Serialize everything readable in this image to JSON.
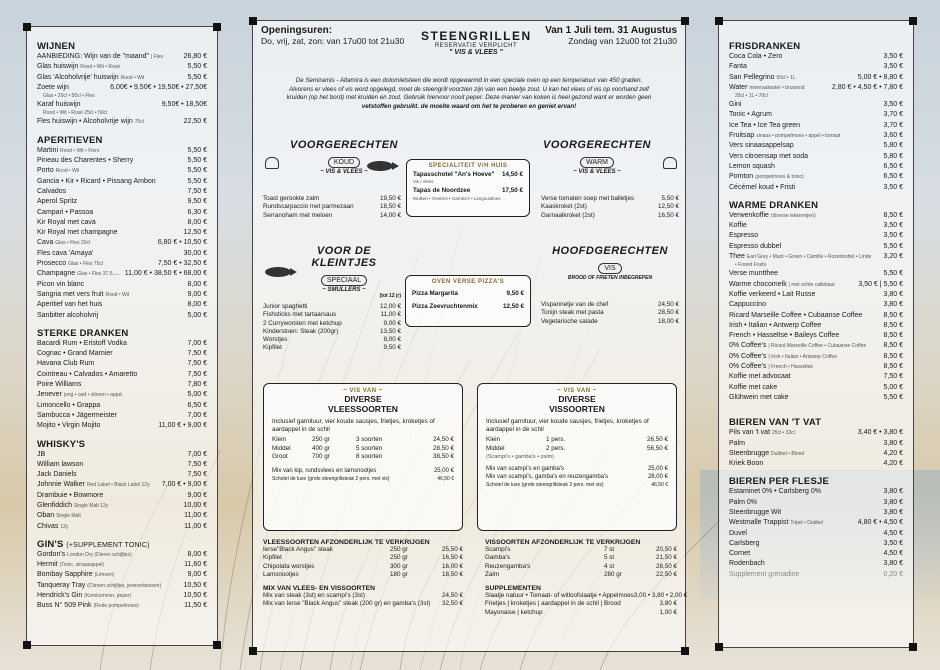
{
  "left": {
    "wijnen": {
      "title": "WIJNEN",
      "rows": [
        {
          "n": "AANBIEDING: Wijn van de \"maand\"",
          "s": "| Fles",
          "p": "26,80 €"
        },
        {
          "n": "Glas huiswijn",
          "s": "Rood • Wit • Rosé",
          "p": "5,50 €"
        },
        {
          "n": "Glas 'Alcoholvrije' huiswijn",
          "s": "Rood • Wit",
          "p": "5,50 €"
        },
        {
          "n": "Zoete wijn",
          "s": "",
          "p": "6,00€ • 9,50€ • 19,50€ • 27,50€"
        },
        {
          "n": "Karaf huiswijn",
          "s": "",
          "p": "9,50€ • 18,50€"
        },
        {
          "n": "Fles huiswijn • Alcoholvrije wijn",
          "s": "75cl",
          "p": "22,50 €"
        }
      ],
      "note1": "Glas • 20cl • 50cl • Fles",
      "note2": "Rood • Wit • Rosé      25cl • 50cl"
    },
    "aperitieven": {
      "title": "APERITIEVEN",
      "rows": [
        {
          "n": "Martini",
          "s": "Rood • Wit • Fiero",
          "p": "5,50 €"
        },
        {
          "n": "Pineau des Charentes • Sherry",
          "s": "",
          "p": "5,50 €"
        },
        {
          "n": "Porto",
          "s": "Rood • Wit",
          "p": "5,50 €"
        },
        {
          "n": "Gancia • Kir • Ricard • Pissang Ambon",
          "s": "",
          "p": "5,50 €"
        },
        {
          "n": "Calvados",
          "s": "",
          "p": "7,50 €"
        },
        {
          "n": "Aperol Spritz",
          "s": "",
          "p": "9,50 €"
        },
        {
          "n": "Campari • Passoa",
          "s": "",
          "p": "6,30 €"
        },
        {
          "n": "Kir Royal met cava",
          "s": "",
          "p": "8,00 €"
        },
        {
          "n": "Kir Royal met champagne",
          "s": "",
          "p": "12,50 €"
        },
        {
          "n": "Cava",
          "s": "Glas • Fles 20cl",
          "p": "6,80 € • 10,50 €"
        },
        {
          "n": "Fles cava 'Amaya'",
          "s": "",
          "p": "30,00 €"
        },
        {
          "n": "Prosecco",
          "s": "Glas • Fles 75cl",
          "p": "7,50 € • 32,50 €"
        },
        {
          "n": "Champagne",
          "s": "Glas • Fles 37,5cl • 75cl",
          "p": "11,00 € • 38,50 € • 68,00 €"
        },
        {
          "n": "Picon vin blanc",
          "s": "",
          "p": "8,00 €"
        },
        {
          "n": "Sangria met vers fruit",
          "s": "Rood • Wit",
          "p": "9,00 €"
        },
        {
          "n": "Aperitief van het huis",
          "s": "",
          "p": "8,00 €"
        },
        {
          "n": "Sanbitter alcoholvrij",
          "s": "",
          "p": "5,00 €"
        }
      ]
    },
    "sterke": {
      "title": "STERKE DRANKEN",
      "rows": [
        {
          "n": "Bacardi Rum • Eristoff Vodka",
          "s": "",
          "p": "7,00 €"
        },
        {
          "n": "Cognac • Grand Marnier",
          "s": "",
          "p": "7,50 €"
        },
        {
          "n": "Havana Club Rum",
          "s": "",
          "p": "7,50 €"
        },
        {
          "n": "Cointreau • Calvados • Amaretto",
          "s": "",
          "p": "7,50 €"
        },
        {
          "n": "Poire Williams",
          "s": "",
          "p": "7,80 €"
        },
        {
          "n": "Jenever",
          "s": "jong • oud • citroen • appel",
          "p": "5,00 €"
        },
        {
          "n": "Limoncello • Grappa",
          "s": "",
          "p": "6,50 €"
        },
        {
          "n": "Sambucca • Jägermeister",
          "s": "",
          "p": "7,00 €"
        },
        {
          "n": "Mojito • Virgin Mojito",
          "s": "",
          "p": "11,00 € • 9,00 €"
        }
      ]
    },
    "whisky": {
      "title": "WHISKY'S",
      "rows": [
        {
          "n": "JB",
          "s": "",
          "p": "7,00 €"
        },
        {
          "n": "William lawson",
          "s": "",
          "p": "7,50 €"
        },
        {
          "n": "Jack Daniels",
          "s": "",
          "p": "7,50 €"
        },
        {
          "n": "Johnnie Walker",
          "s": "Red Label • Black Label 12y",
          "p": "7,00 € • 9,00 €"
        },
        {
          "n": "Drambuie • Bowmore",
          "s": "",
          "p": "9,00 €"
        },
        {
          "n": "Glenfiddich",
          "s": "Single Malt 12y",
          "p": "10,00 €"
        },
        {
          "n": "Oban",
          "s": "Single Malt",
          "p": "11,00 €"
        },
        {
          "n": "Chivas",
          "s": "12y",
          "p": "11,00 €"
        }
      ]
    },
    "gins": {
      "title": "GIN'S",
      "sub": "(+SUPPLEMENT TONIC)",
      "rows": [
        {
          "n": "Gordon's",
          "s": "London Dry (Dieren schijfjes)",
          "p": "8,00 €"
        },
        {
          "n": "Hermit",
          "s": "(Tonic, sinaasappel)",
          "p": "11,60 €"
        },
        {
          "n": "Bombay Sapphire",
          "s": "(Limoen)",
          "p": "9,00 €"
        },
        {
          "n": "Tanqueray Tray",
          "s": "(Citroen schijfjes, jeneverbessen)",
          "p": "10,50 €"
        },
        {
          "n": "Hendrick's Gin",
          "s": "(Komkommer, peper)",
          "p": "10,50 €"
        },
        {
          "n": "Buss N° 509 Pink",
          "s": "(Rode pompelmoes)",
          "p": "11,50 €"
        }
      ]
    }
  },
  "mid": {
    "open_title": "Openingsuren:",
    "open_text": "Do, vrij, zat, zon: van 17u00 tot 21u30",
    "logo_big": "STEENGRILLEN",
    "logo_small": "RESERVATIE VERPLICHT",
    "logo_tag": "\" VIS & VLEES \"",
    "summer_title": "Van 1 Juli tem. 31 Augustus",
    "summer_text": "Zondag van 12u00 tot 21u30",
    "intro_1": "De Semiramis - Altamira is een dolomietsteen die wordt opgewarmd in een speciale oven op een temperatuur van 450 graden.",
    "intro_2": "Alvorens er vlees of vis word opgelegd, moet de steengrill voorzien zijn van een beetje zout. U kan het vlees of vis op voorhand zelf",
    "intro_3": "kruiden (op het bord) met kruiden en zout. Gebruik hiervoor nooit peper. Deze manier van koken is heel gezond want er worden geen",
    "intro_4": "vetstoffen gebruikt. de moeite waard om het te proberen en geniet ervan!",
    "koud": {
      "title": "VOORGERECHTEN",
      "pill": "KOUD",
      "tag": "~ VIS & VLEES ~",
      "rows": [
        {
          "n": "Toast gerookte zalm",
          "p": "19,50 €"
        },
        {
          "n": "Rundscarpaccio met parmezaan",
          "p": "18,50 €"
        },
        {
          "n": "Serranoham met meloen",
          "p": "14,00 €"
        }
      ]
    },
    "specialiteit": {
      "title": "SPECIALITEIT V/H HUIS",
      "r1n": "Tapasschotel \"An's Hoeve\"",
      "r1p": "14,50 €",
      "r1s": "Vis / vlees",
      "r2n": "Tapas de Noordzee",
      "r2p": "17,50 €",
      "r2s": "Wulken • Oesters • Gamba's • Langoustines"
    },
    "warm": {
      "title": "VOORGERECHTEN",
      "pill": "WARM",
      "tag": "~ VIS & VLEES ~",
      "rows": [
        {
          "n": "Verse tomaten soep met balletjes",
          "p": "5,50 €"
        },
        {
          "n": "Kaaskroket (2st)",
          "p": "12,50 €"
        },
        {
          "n": "Garnaalkroket (2st)",
          "p": "16,50 €"
        }
      ]
    },
    "kleintjes": {
      "title": "VOOR DE KLEINTJES",
      "pill": "SPECIAAL",
      "tag": "~ SMULLERS ~",
      "age": "(tot 12 jr)",
      "rows": [
        {
          "n": "Junior spaghetti",
          "p": "12,00 €"
        },
        {
          "n": "Fishsticks met tartaarsaus",
          "p": "11,00 €"
        },
        {
          "n": "2 Curryworsten met ketchup",
          "p": "9,00 €"
        },
        {
          "n": "Kinderstoen: Steak (200gr)",
          "p": "13,50 €"
        },
        {
          "n": "Worstjes",
          "p": "8,00 €"
        },
        {
          "n": "Kipfilet",
          "p": "9,50 €"
        }
      ]
    },
    "pizza": {
      "title": "OVEN VERSE PIZZA'S",
      "r1n": "Pizza Margarita",
      "r1p": "9,50 €",
      "r2n": "Pizza Zeevruchtenmix",
      "r2p": "12,50 €"
    },
    "hoofd": {
      "title": "HOOFDGERECHTEN",
      "pill": "VIS",
      "tag": "BROOD OF FRIETEN INBEGREPEN",
      "rows": [
        {
          "n": "Vispannetje van de chef",
          "p": "24,50 €"
        },
        {
          "n": "Tonijn steak met pasta",
          "p": "28,50 €"
        },
        {
          "n": "Vegetarische salade",
          "p": "18,00 €"
        }
      ]
    },
    "vlees_box": {
      "kicker": "~ VIS VAN ~",
      "title1": "DIVERSE",
      "title2": "VLEESSOORTEN",
      "incl": "Inclusief garnituur, vier koude sausjes, frietjes, kroketjes of aardappel in de schil",
      "rows": [
        {
          "a": "Klein",
          "b": "250 gr",
          "c": "3 soorten",
          "d": "24,50 €"
        },
        {
          "a": "Middel",
          "b": "400 gr",
          "c": "5 soorten",
          "d": "28,50 €"
        },
        {
          "a": "Groot",
          "b": "700 gr",
          "c": "8 soorten",
          "d": "38,50 €"
        }
      ],
      "mix1n": "Mix van kip, rundsvlees en lamsnootjes",
      "mix1p": "25,00 €",
      "mix2n": "Schotel de luxe (grote steengrillsteak 2 pers. met vis)",
      "mix2p": "46,50 €"
    },
    "vis_box": {
      "kicker": "~ VIS VAN ~",
      "title1": "DIVERSE",
      "title2": "VISSOORTEN",
      "incl": "Inclusief garnituur, vier koude sausjes, frietjes, kroketjes of aardappel in de schil",
      "rows": [
        {
          "a": "Klein",
          "c": "1 pers.",
          "d": "26,50 €"
        },
        {
          "a": "Middel",
          "c": "2 pers.",
          "d": "56,50 €"
        },
        {
          "a": "(Scampi's • gamba's • zalm)",
          "c": "",
          "d": ""
        }
      ],
      "mix1n": "Mix van scampi's en gamba's",
      "mix1p": "25,00 €",
      "mix2n": "Mix van scampi's, gamba's en reuzengamba's",
      "mix2p": "28,00 €",
      "mix3n": "Schotel de luxe (grote steengrillsteak 2 pers. met vis)",
      "mix3p": "46,50 €"
    },
    "vlees_apart": {
      "title": "VLEESSOORTEN AFZONDERLIJK TE VERKRIJGEN",
      "rows": [
        {
          "n": "Ierse\"Black Angus\" steak",
          "w": "250 gr",
          "p": "25,50 €"
        },
        {
          "n": "Kipfilet",
          "w": "250 gr",
          "p": "16,50 €"
        },
        {
          "n": "Chipolata worstjes",
          "w": "300 gr",
          "p": "16,00 €"
        },
        {
          "n": "Lamsnootjes",
          "w": "180 gr",
          "p": "18,50 €"
        }
      ]
    },
    "vis_apart": {
      "title": "VISSOORTEN AFZONDERLIJK TE VERKRIJGEN",
      "rows": [
        {
          "n": "Scampi's",
          "w": "7 st",
          "p": "20,50 €"
        },
        {
          "n": "Gamba's",
          "w": "5 st",
          "p": "21,50 €"
        },
        {
          "n": "Reuzengamba's",
          "w": "4 st",
          "p": "28,50 €"
        },
        {
          "n": "Zalm",
          "w": "280 gr",
          "p": "22,50 €"
        }
      ]
    },
    "mix_vlees_vis": {
      "title": "MIX VAN VLEES- EN VISSOORTEN",
      "rows": [
        {
          "n": "Mix van steak (3st) en scampi's (3st)",
          "p": "24,50 €"
        },
        {
          "n": "Mix van Ierse \"Black Angus\" steak (200 gr) en gamba's (3st)",
          "p": "32,50 €"
        }
      ]
    },
    "supplementen": {
      "title": "SUPPLEMENTEN",
      "rows": [
        {
          "n": "Slaatje natuur • Tomaat- of witloofslaatje • Appelmoes",
          "p": "3,00 • 3,80 • 2,00 €"
        },
        {
          "n": "Frietjes | kroketjes | aardappel in de schil | Brood",
          "p": "3,80 €"
        },
        {
          "n": "Mayonaise | ketchup",
          "p": "1,00 €"
        }
      ]
    }
  },
  "right": {
    "fris": {
      "title": "FRISDRANKEN",
      "rows": [
        {
          "n": "Coca Cola • Zero",
          "s": "",
          "p": "3,50 €"
        },
        {
          "n": "Fanta",
          "s": "",
          "p": "3,50 €"
        },
        {
          "n": "San Pellegrino",
          "s": "50cl • 1L",
          "p": "5,00 € • 8,80 €"
        },
        {
          "n": "Water",
          "s": "mineraalwater • bruisend",
          "p": "2,80 € • 4,50 € • 7,80 €"
        },
        {
          "n": "Gini",
          "s": "",
          "p": "3,50 €"
        },
        {
          "n": "Tonic • Agrum",
          "s": "",
          "p": "3,70 €"
        },
        {
          "n": "Ice Tea • Ice Tea green",
          "s": "",
          "p": "3,70 €"
        },
        {
          "n": "Fruitsap",
          "s": "sinaas • pompelmoes • appel • tomaat",
          "p": "3,60 €"
        },
        {
          "n": "Vers sinaasappelsap",
          "s": "",
          "p": "5,80 €"
        },
        {
          "n": "Vers citroensap met soda",
          "s": "",
          "p": "5,80 €"
        },
        {
          "n": "Lemon squash",
          "s": "",
          "p": "6,50 €"
        },
        {
          "n": "Pomton",
          "s": "(pompelmoes & tonic)",
          "p": "6,50 €"
        },
        {
          "n": "Cécémel koud • Fristi",
          "s": "",
          "p": "3,50 €"
        }
      ],
      "water_note": "25cl • 1L • 70cl"
    },
    "warme": {
      "title": "WARME DRANKEN",
      "rows": [
        {
          "n": "Verwenkoffie",
          "s": "(diverse lekkernijen)",
          "p": "8,50 €"
        },
        {
          "n": "Koffie",
          "s": "",
          "p": "3,50 €"
        },
        {
          "n": "Espresso",
          "s": "",
          "p": "3,50 €"
        },
        {
          "n": "Espresso dubbel",
          "s": "",
          "p": "5,50 €"
        },
        {
          "n": "Thee",
          "s": "Earl Grey • Munt • Groen • Camille • Rozenbottel • Linde",
          "p": "3,20 €"
        },
        {
          "n": "Verse muntthee",
          "s": "",
          "p": "5,50 €"
        },
        {
          "n": "Warme chocomelk",
          "s": "| met echte callebaut",
          "p": "3,50 € | 5,50 €"
        },
        {
          "n": "Koffie verkeerd • Lait Russe",
          "s": "",
          "p": "3,80 €"
        },
        {
          "n": "Cappuccino",
          "s": "",
          "p": "3,80 €"
        },
        {
          "n": "Ricard Marseille Coffee • Cubaanse Coffee",
          "s": "",
          "p": "8,50 €"
        },
        {
          "n": "Irish • Italian • Antwerp Coffee",
          "s": "",
          "p": "8,50 €"
        },
        {
          "n": "French • Hasseltse • Baileys Coffee",
          "s": "",
          "p": "8,50 €"
        },
        {
          "n": "0% Coffee's",
          "s": "| Ricard Marseille Coffee • Cubaanse Coffee",
          "p": "8,50 €"
        },
        {
          "n": "0% Coffee's",
          "s": "| Irish • Italian • Antwerp Coffee",
          "p": "8,50 €"
        },
        {
          "n": "0% Coffee's",
          "s": "| French • Hasseltse",
          "p": "8,50 €"
        },
        {
          "n": "Koffie met advocaat",
          "s": "",
          "p": "7,50 €"
        },
        {
          "n": "Koffie met cake",
          "s": "",
          "p": "5,00 €"
        },
        {
          "n": "Glühwein met cake",
          "s": "",
          "p": "5,50 €"
        }
      ],
      "thee_note": "• Forest Fruits"
    },
    "vat": {
      "title": "BIEREN VAN 'T VAT",
      "rows": [
        {
          "n": "Pils van 't vat",
          "s": "25cl • 33cl",
          "p": "3,40 € • 3,80 €"
        },
        {
          "n": "Palm",
          "s": "",
          "p": "3,80 €"
        },
        {
          "n": "Steenbrugge",
          "s": "Dubbel • Blond",
          "p": "4,20 €"
        },
        {
          "n": "Kriek Boon",
          "s": "",
          "p": "4,20 €"
        }
      ]
    },
    "flesje": {
      "title": "BIEREN PER FLESJE",
      "rows": [
        {
          "n": "Estaminet 0% • Carlsberg 0%",
          "s": "",
          "p": "3,80 €"
        },
        {
          "n": "Palm 0%",
          "s": "",
          "p": "3,80 €"
        },
        {
          "n": "Steenbrugge Wit",
          "s": "",
          "p": "3,80 €"
        },
        {
          "n": "Westmalle Trappist",
          "s": "Tripel • Dubbel",
          "p": "4,80 € • 4,50 €"
        },
        {
          "n": "Duvel",
          "s": "",
          "p": "4,50 €"
        },
        {
          "n": "Carlsberg",
          "s": "",
          "p": "3,50 €"
        },
        {
          "n": "Cornet",
          "s": "",
          "p": "4,50 €"
        },
        {
          "n": "Rodenbach",
          "s": "",
          "p": "3,80 €"
        },
        {
          "n": "Supplement grenadine",
          "s": "",
          "p": "0,20 €"
        }
      ]
    }
  }
}
